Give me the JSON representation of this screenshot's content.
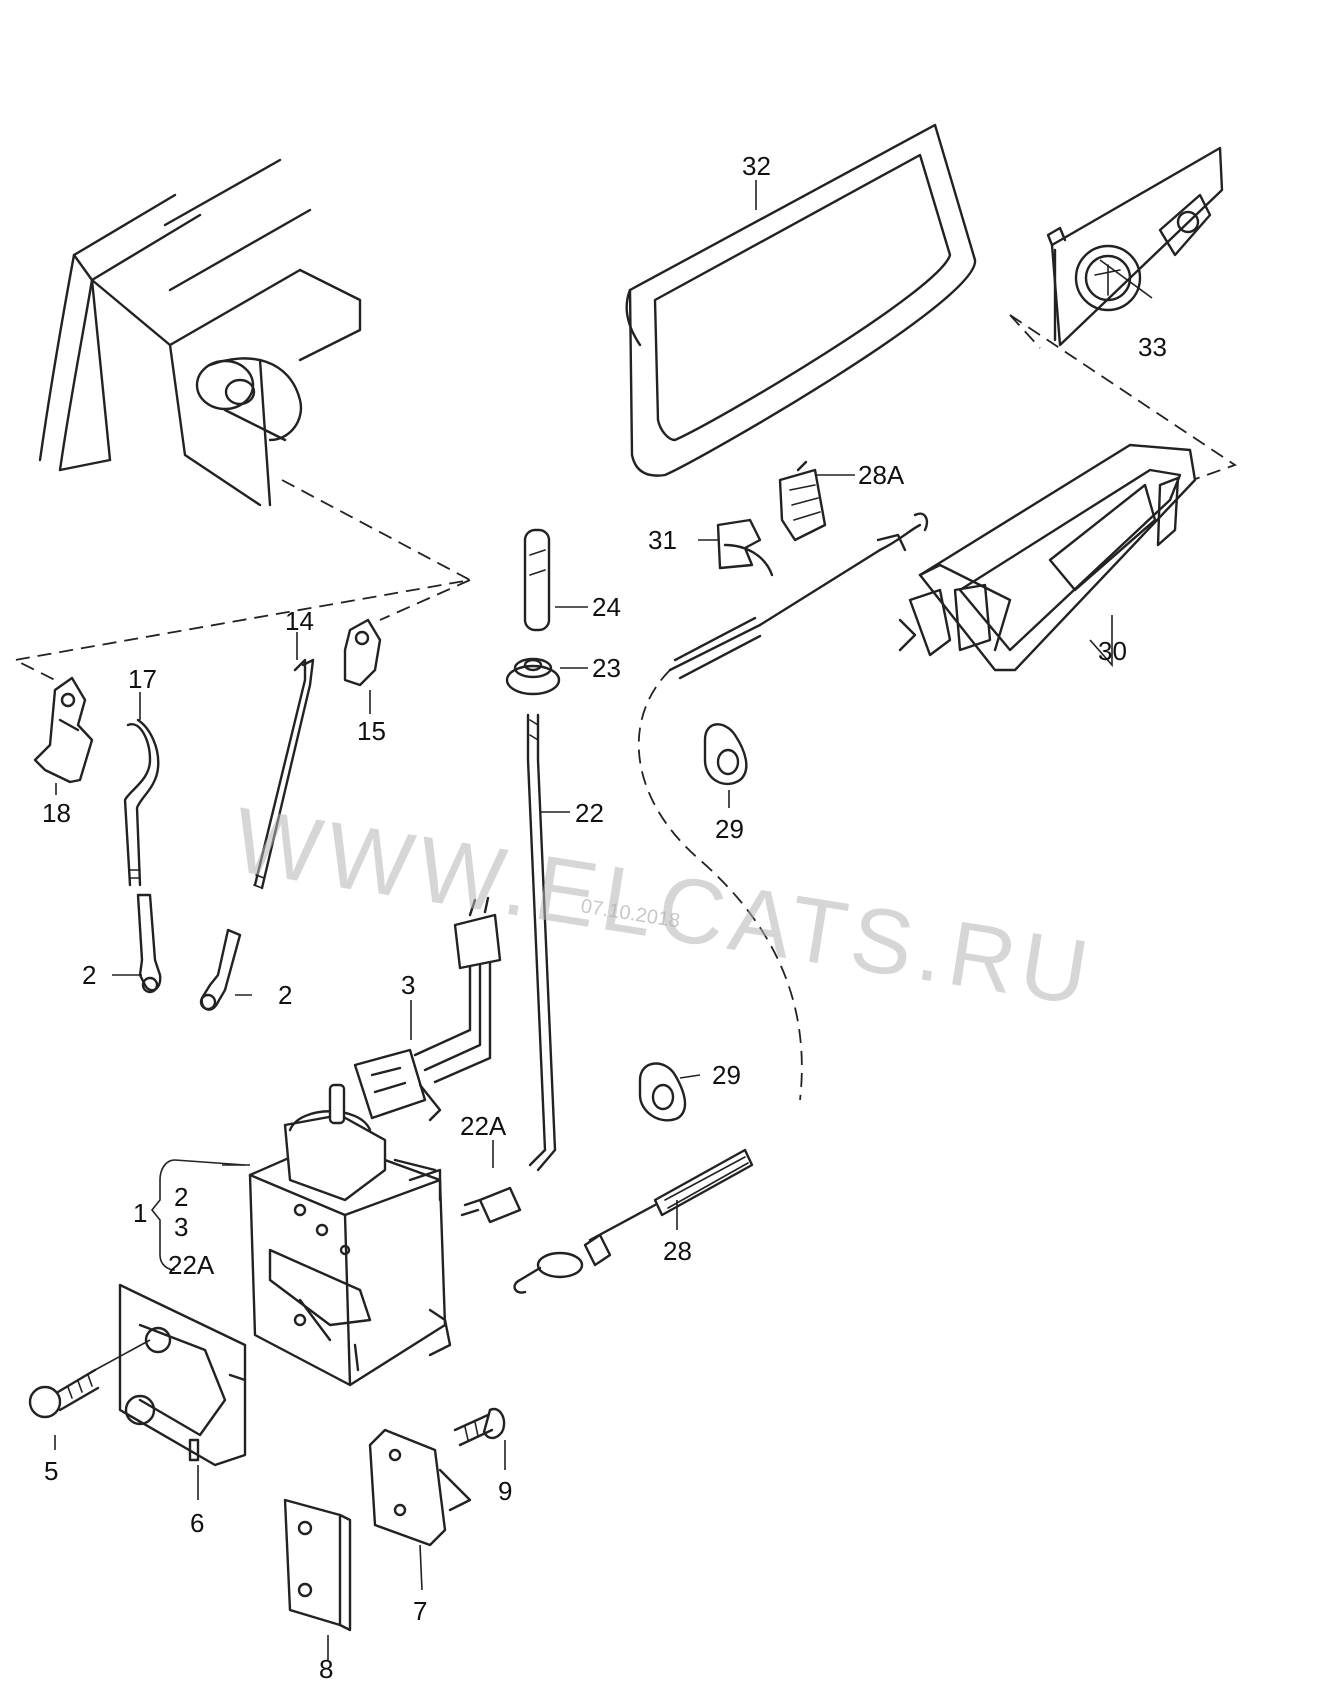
{
  "watermark": {
    "text": "WWW.ELCATS.RU",
    "date": "07.10.2018"
  },
  "callouts": {
    "c1": "1",
    "c2a": "2",
    "c2b": "2",
    "c2c": "2",
    "c3a": "3",
    "c3b": "3",
    "c5": "5",
    "c6": "6",
    "c7": "7",
    "c8": "8",
    "c9": "9",
    "c14": "14",
    "c15": "15",
    "c17": "17",
    "c18": "18",
    "c22": "22",
    "c22a1": "22A",
    "c22a2": "22A",
    "c23": "23",
    "c24": "24",
    "c28": "28",
    "c28a": "28A",
    "c29a": "29",
    "c29b": "29",
    "c30": "30",
    "c31": "31",
    "c32": "32",
    "c33": "33"
  }
}
